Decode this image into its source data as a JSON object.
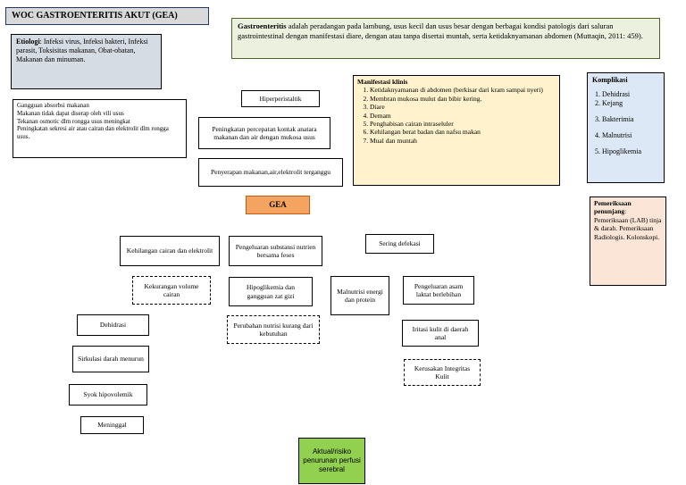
{
  "title": "WOC GASTROENTERITIS AKUT (GEA)",
  "definition": {
    "term": "Gastroenteritis",
    "text": " adalah peradangan pada lambung, usus kecil dan usus besar dengan berbagai kondisi patologis dari saluran gastrointestinal dengan manifestasi diare, dengan atau tanpa disertai muntah, serta ketidaknyamanan abdomen (Muttaqin, 2011: 459)."
  },
  "etiologi": {
    "label": "Etiologi",
    "text": ": Infeksi virus, Infeksi bakteri, Infeksi parasit, Toksisitas makanan, Obat-obatan, Makanan dan minuman."
  },
  "gangguan": {
    "text": "Gangguan absorbsi makanan\nMakanan tidak dapat diserap oleh vili usus\nTekanan osmotic  dlm rongga usus meningkat\nPeningkatan sekresi air atau cairan dan elektrolit dlm rongga usus."
  },
  "flow": {
    "hiperperistaltik": "Hiperperistaltik",
    "peningkatan": "Peningkatan percepatan kontak anatara makanan dan air dengan mukosa usus",
    "penyerapan": "Penyerapan makanan,air,elektrolit terganggu",
    "gea": "GEA"
  },
  "manifestasi": {
    "label": "Manifestasi klinis",
    "items": [
      "Ketidaknyamanan di abdomen (berkisar dari kram sampai nyeri)",
      "Membran mukosa mulut dan bibir kering.",
      "Diare",
      "Demam",
      "Penghabisan cairan intraseluler",
      "Kehilangan berat badan dan nafsu makan",
      "Mual dan muntah"
    ]
  },
  "komplikasi": {
    "label": "Komplikasi",
    "items": [
      "Dehidrasi",
      "Kejang",
      "Bakterimia",
      "Malnutrisi",
      "Hipoglikemia"
    ]
  },
  "pemeriksaan": {
    "label": "Pemeriksaan penunjang",
    "text": ": Pemeriksaan (LAB) tinja & darah. Pemeriksaan Radiologis. Kolonskopi."
  },
  "nodes": {
    "kehilangan": "Kehilangan cairan dan elektrolit",
    "pengeluaran_substansi": "Pengeluaran substansi nutrien bersama feses",
    "sering_defekasi": "Sering defekasi",
    "kekurangan_volume": "Kekurangan volume cairan",
    "hipoglikemia": "Hipoglikemia dan gangguan zat gizi",
    "malnutrisi": "Malnutrisi energi dan protein",
    "pengeluaran_asam": "Pengeluaran asam laktat berlebihan",
    "perubahan_nutrisi": "Perubahan nutrisi kurang dari kebutuhan",
    "dehidrasi": "Dehidrasi",
    "iritasi": "Iritasi kulit di daerah anal",
    "sirkulasi": "Sirkulasi darah menurun",
    "kerusakan": "Kerusakan Integritas Kulit",
    "syok": "Syok hipovolemik",
    "meninggal": "Meninggal",
    "aktual": "Aktual/risiko penurunan perfusi serebral"
  }
}
